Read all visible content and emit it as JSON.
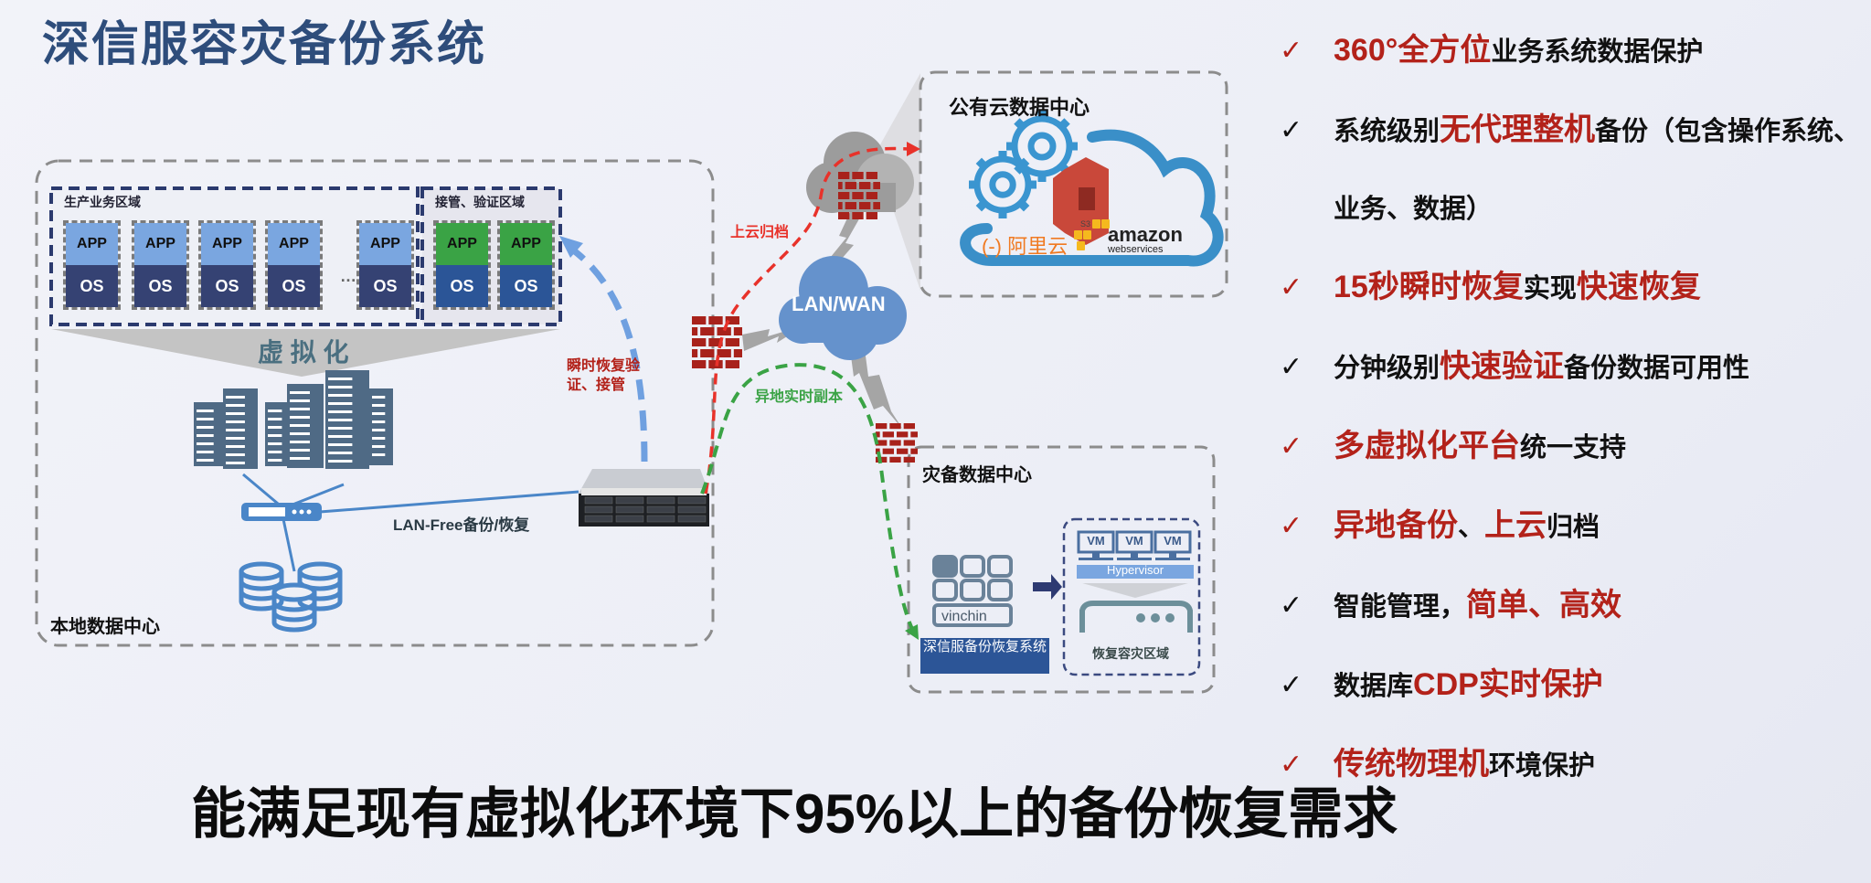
{
  "title": "深信服容灾备份系统",
  "local_dc": {
    "label": "本地数据中心",
    "production_zone": {
      "label": "生产业务区域",
      "app": "APP",
      "os": "OS",
      "count": 5,
      "ellipsis": "…"
    },
    "takeover_zone": {
      "label": "接管、验证区域",
      "app": "APP",
      "os": "OS",
      "count": 2
    },
    "virtualization": "虚 拟 化",
    "lan_free": "LAN-Free备份/恢复",
    "instant_recovery": "瞬时恢复验证、接管"
  },
  "network": {
    "lan_wan": "LAN/WAN",
    "cloud_archive": "上云归档",
    "remote_replica": "异地实时副本"
  },
  "public_cloud": {
    "label": "公有云数据中心",
    "logos": {
      "aliyun": "阿里云",
      "aliyun_mark": "(-)",
      "amazon": "amazon",
      "aws": "webservices",
      "s3": "S3"
    }
  },
  "dr_dc": {
    "label": "灾备数据中心",
    "vinchin": "vinchin",
    "system_label": "深信服备份恢复系统",
    "vm": "VM",
    "hypervisor": "Hypervisor",
    "recovery_zone": "恢复容灾区域"
  },
  "features": [
    {
      "check_color": "#b3221a",
      "segments": [
        {
          "text": "360°全方位",
          "hl": true
        },
        {
          "text": "业务系统数据保护",
          "hl": false
        }
      ]
    },
    {
      "check_color": "#111111",
      "segments": [
        {
          "text": "系统级别",
          "hl": false
        },
        {
          "text": "无代理整机",
          "hl": true
        },
        {
          "text": "备份（包含操作系统、业务、数据）",
          "hl": false
        }
      ]
    },
    {
      "check_color": "#b3221a",
      "segments": [
        {
          "text": "15秒瞬时恢复",
          "hl": true
        },
        {
          "text": "实现",
          "hl": false
        },
        {
          "text": "快速恢复",
          "hl": true
        }
      ]
    },
    {
      "check_color": "#111111",
      "segments": [
        {
          "text": "分钟级别",
          "hl": false
        },
        {
          "text": "快速验证",
          "hl": true
        },
        {
          "text": "备份数据可用性",
          "hl": false
        }
      ]
    },
    {
      "check_color": "#b3221a",
      "segments": [
        {
          "text": "多虚拟化平台",
          "hl": true
        },
        {
          "text": "统一支持",
          "hl": false
        }
      ]
    },
    {
      "check_color": "#b3221a",
      "segments": [
        {
          "text": "异地备份",
          "hl": true
        },
        {
          "text": "、",
          "hl": false
        },
        {
          "text": "上云",
          "hl": true
        },
        {
          "text": "归档",
          "hl": false
        }
      ]
    },
    {
      "check_color": "#111111",
      "segments": [
        {
          "text": "智能管理，",
          "hl": false
        },
        {
          "text": "简单、高效",
          "hl": true
        }
      ]
    },
    {
      "check_color": "#111111",
      "segments": [
        {
          "text": "数据库",
          "hl": false
        },
        {
          "text": "CDP实时保护",
          "hl": true
        }
      ]
    },
    {
      "check_color": "#b3221a",
      "segments": [
        {
          "text": "传统物理机",
          "hl": true
        },
        {
          "text": "环境保护",
          "hl": false
        }
      ]
    }
  ],
  "check_glyph": "✓",
  "bottom_statement": "能满足现有虚拟化环境下95%以上的备份恢复需求",
  "colors": {
    "title": "#2e4d7b",
    "highlight": "#b3221a",
    "firewall": "#a8221b",
    "lan_cloud": "#6592cc",
    "archive_line": "#e8322a",
    "replica_line": "#3aa345",
    "recovery_line": "#6fa0e0"
  }
}
